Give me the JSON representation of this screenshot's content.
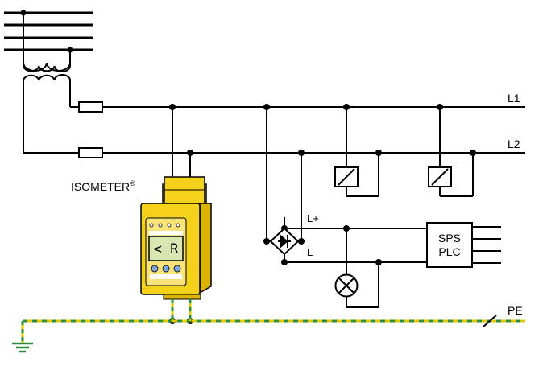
{
  "lines": {
    "l1": "L1",
    "l2": "L2",
    "pe": "PE"
  },
  "dc_bus": {
    "plus": "L+",
    "minus": "L-"
  },
  "device": {
    "brand": "ISOMETER",
    "trademark": "®",
    "display": "< R"
  },
  "plc": {
    "line1": "SPS",
    "line2": "PLC"
  },
  "colors": {
    "wire": "#000000",
    "device_yellow": "#f4d11b",
    "device_shadow": "#d9b400",
    "pe_yellow": "#e3c700",
    "pe_green": "#2d8b3c",
    "lcd": "#d8e6b2"
  }
}
